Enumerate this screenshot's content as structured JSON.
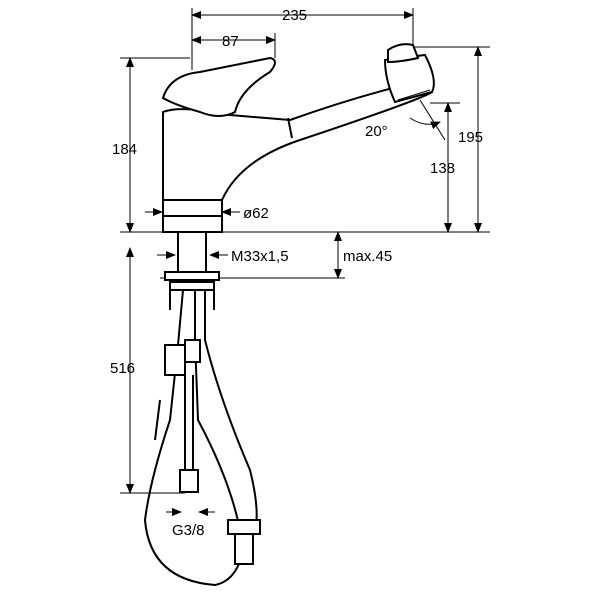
{
  "dimensions": {
    "overall_reach": "235",
    "handle_reach": "87",
    "height_to_handle": "184",
    "total_height": "195",
    "spout_height": "138",
    "spray_angle": "20°",
    "base_diameter": "ø62",
    "thread": "M33x1,5",
    "max_counter_thickness": "max.45",
    "hose_length": "516",
    "connection": "G3/8"
  }
}
